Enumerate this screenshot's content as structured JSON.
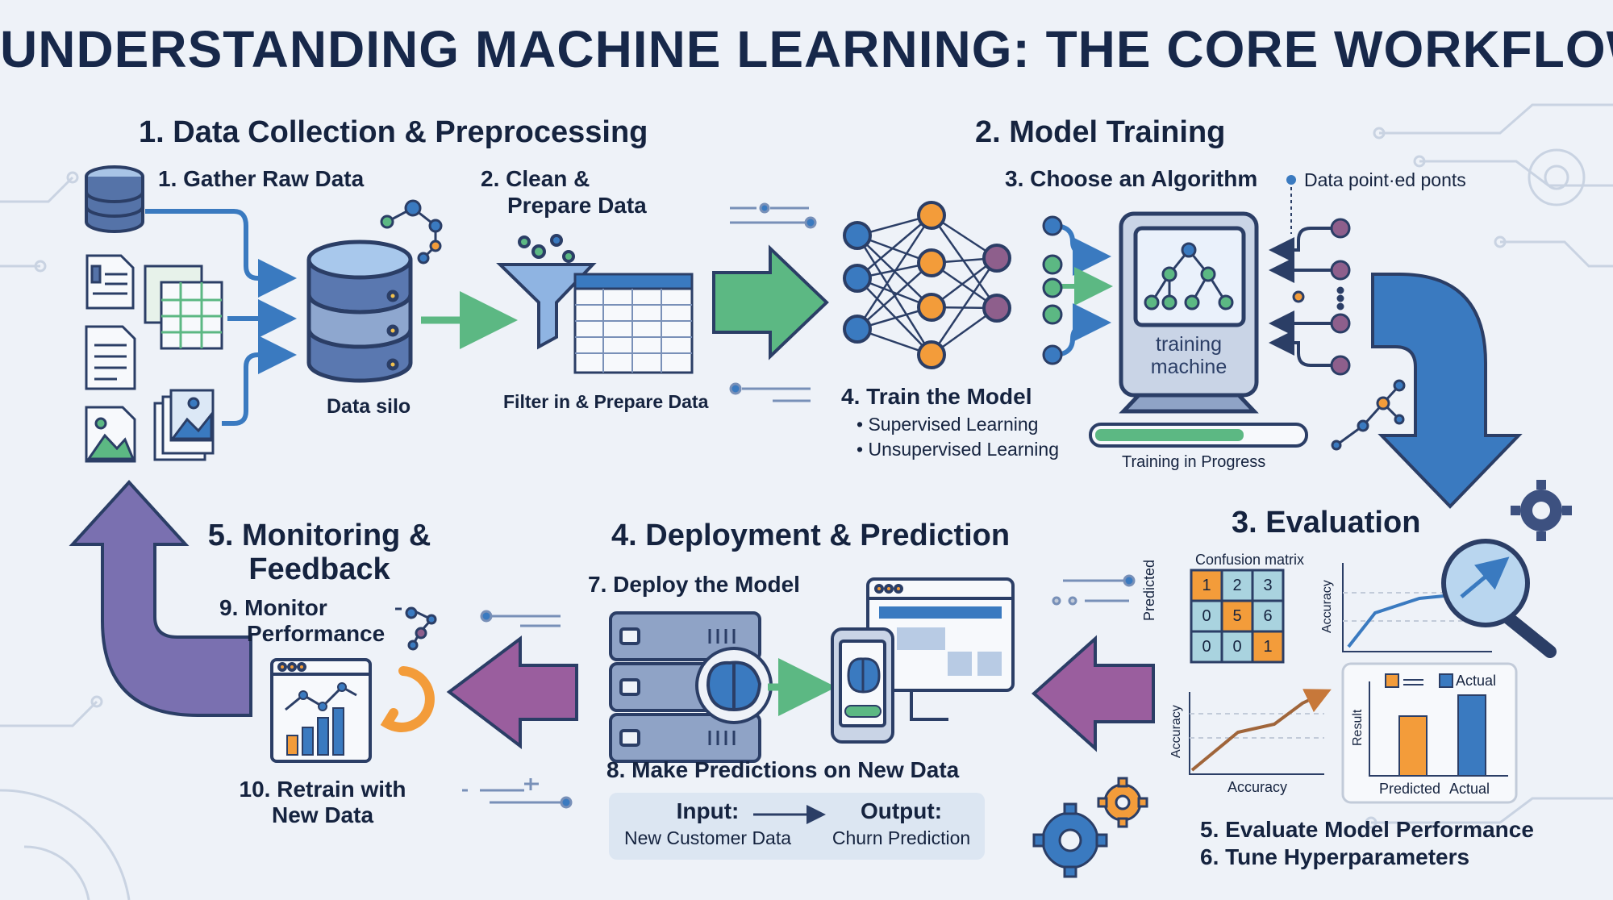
{
  "title": "UNDERSTANDING MACHINE LEARNING: THE CORE WORKFLOW",
  "sections": {
    "data_collection": {
      "heading": "1. Data Collection & Preprocessing",
      "gather": "1. Gather Raw Data",
      "clean": "2. Clean &",
      "clean2": "Prepare Data",
      "silo": "Data silo",
      "filter": "Filter in & Prepare Data"
    },
    "model_training": {
      "heading": "2. Model Training",
      "choose": "3. Choose an Algorithm",
      "data_point": "Data point·ed ponts",
      "train": "4. Train the Model",
      "bullets": [
        "Supervised Learning",
        "Unsupervised Learning"
      ],
      "machine_line1": "training",
      "machine_line2": "machine",
      "progress_label": "Training in Progress",
      "progress_value": 0.72
    },
    "evaluation": {
      "heading": "3. Evaluation",
      "confusion_title": "Confusion matrix",
      "confusion_axis": "Predicted",
      "matrix": [
        [
          "1",
          "2",
          "3"
        ],
        [
          "0",
          "5",
          "6"
        ],
        [
          "0",
          "0",
          "1"
        ]
      ],
      "accuracy_axis": "Accuracy",
      "line_x_label": "Accuracy",
      "line_y_label": "Accuracy",
      "bar_y_label": "Result",
      "legend_actual": "Actual",
      "bar_cat_pred": "Predicted",
      "bar_cat_actual": "Actual",
      "step5": "5. Evaluate Model Performance",
      "step6": "6. Tune Hyperparameters"
    },
    "deployment": {
      "heading": "4. Deployment & Prediction",
      "deploy": "7. Deploy the Model",
      "predict": "8. Make Predictions on New Data",
      "input_label": "Input:",
      "input_value": "New Customer Data",
      "output_label": "Output:",
      "output_value": "Churn Prediction"
    },
    "monitoring": {
      "heading1": "5. Monitoring &",
      "heading2": "Feedback",
      "monitor1": "9. Monitor",
      "monitor2": "Performance",
      "retrain1": "10. Retrain with",
      "retrain2": "New Data"
    }
  },
  "colors": {
    "navy": "#17284a",
    "blue": "#3a7ac0",
    "green": "#5cb883",
    "purple": "#7a70b0",
    "orange": "#f39c3a",
    "plum": "#8e5f8c",
    "teal_cell": "#a9d3df"
  }
}
